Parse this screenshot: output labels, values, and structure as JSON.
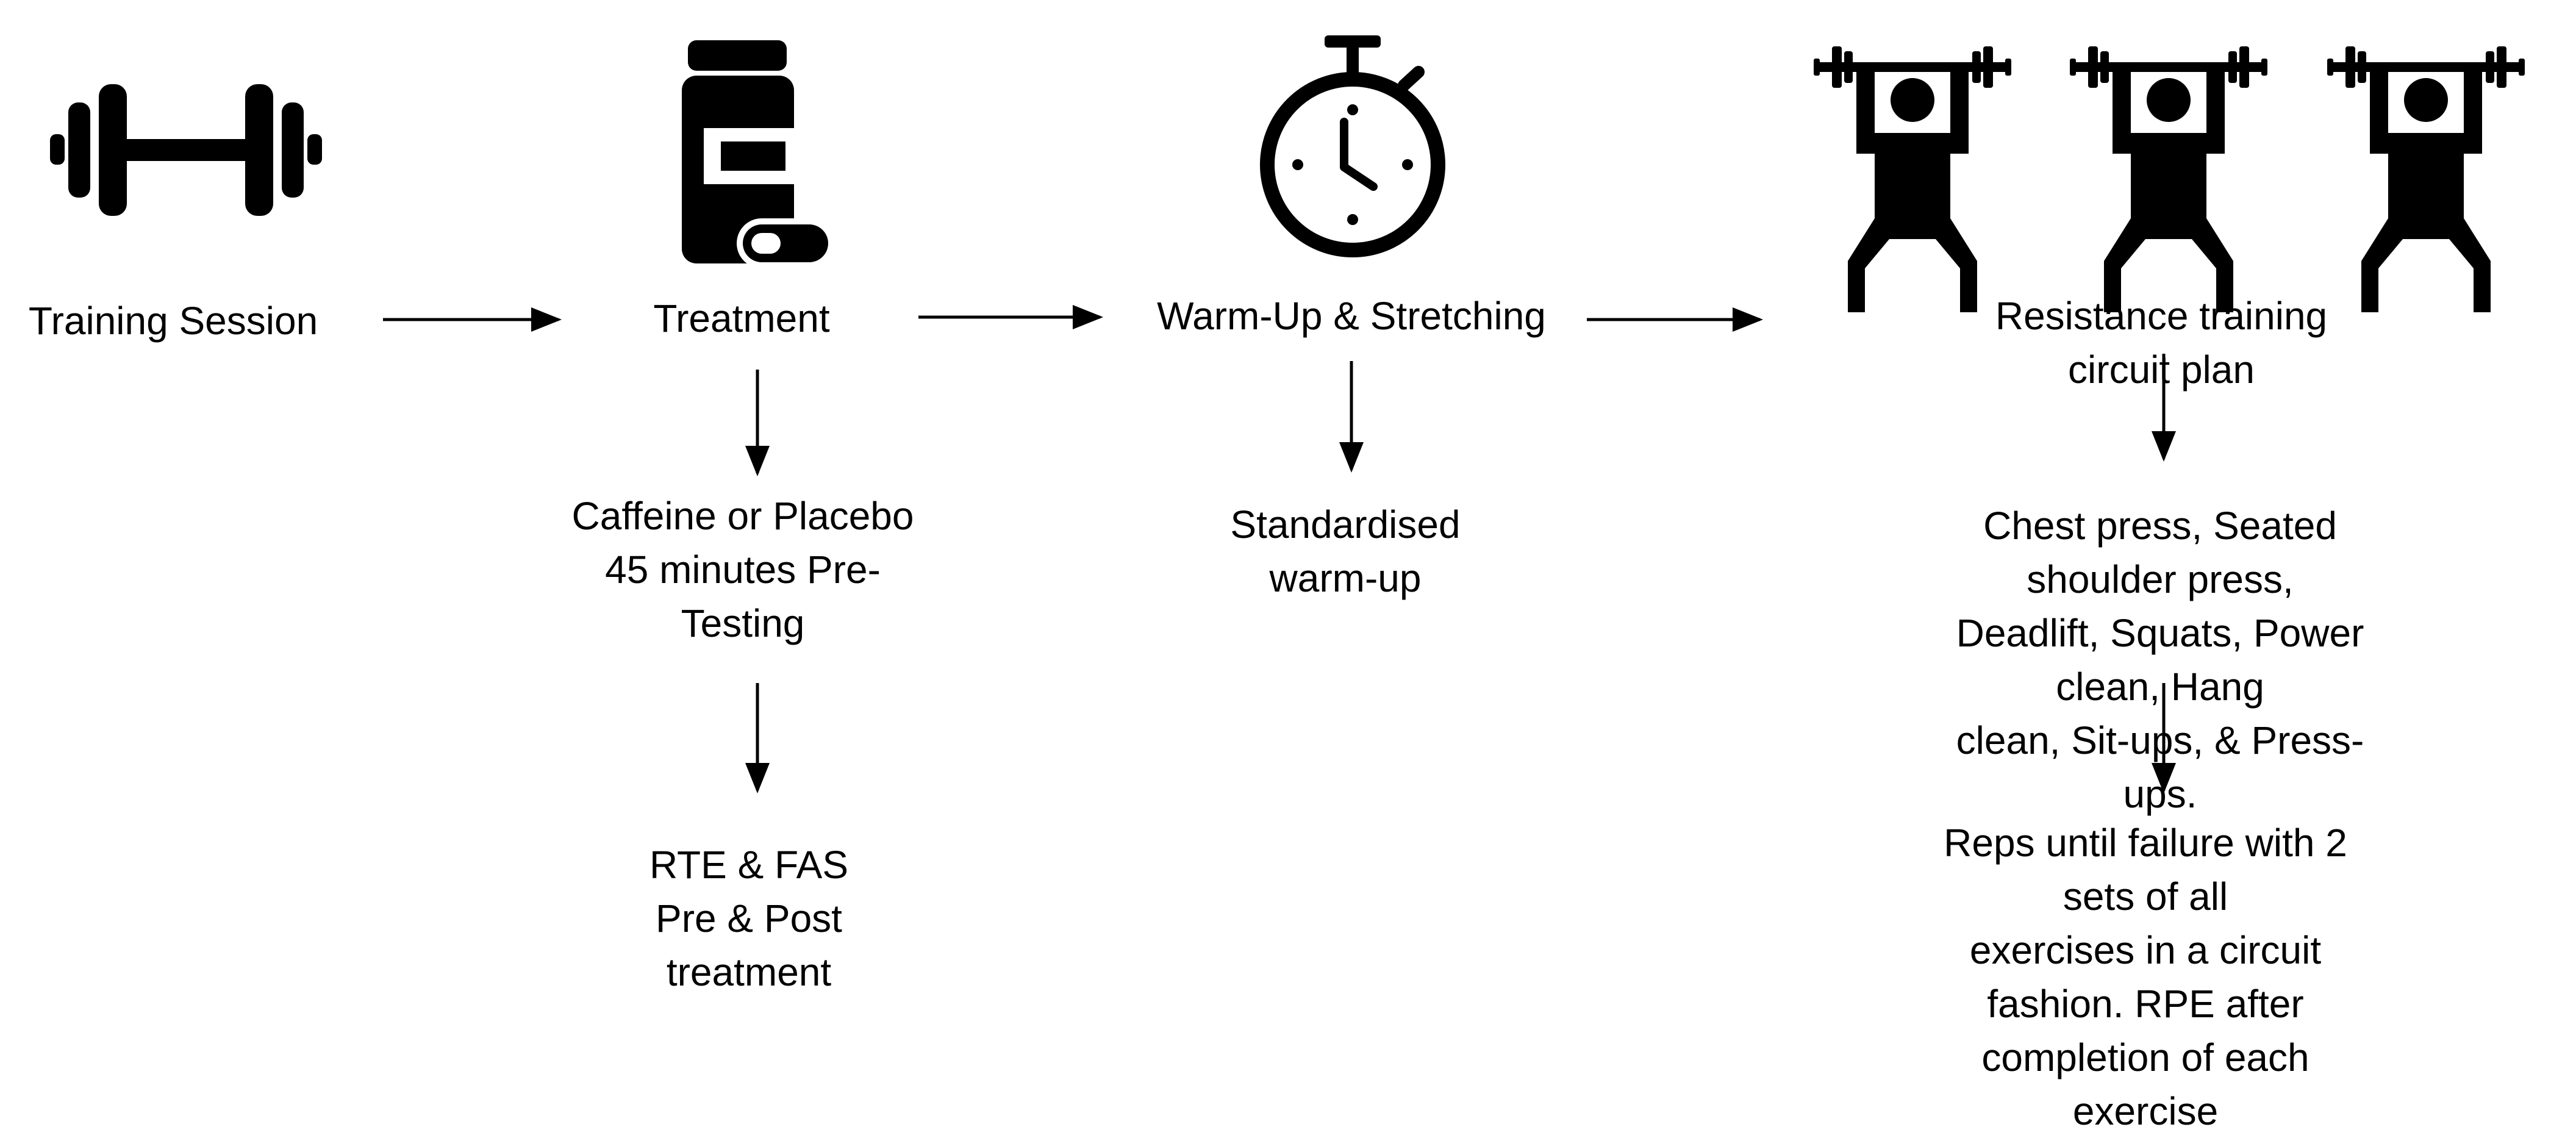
{
  "colors": {
    "ink": "#000000",
    "background": "#ffffff"
  },
  "icons": {
    "step1": "dumbbell-icon",
    "step2": "medicine-bottle-icon",
    "step3": "stopwatch-icon",
    "step4": "weightlifter-icon"
  },
  "steps": {
    "training": {
      "title": "Training Session"
    },
    "treatment": {
      "title": "Treatment",
      "detail_1": "Caffeine or Placebo\n45 minutes Pre-\nTesting",
      "detail_2": "RTE & FAS\nPre & Post\ntreatment"
    },
    "warmup": {
      "title": "Warm-Up & Stretching",
      "detail_1": "Standardised\nwarm-up"
    },
    "circuit": {
      "title": "Resistance training circuit plan",
      "detail_1": "Chest press, Seated shoulder press,\nDeadlift, Squats, Power clean, Hang\nclean, Sit-ups, & Press-ups.",
      "detail_2": "Reps until failure with 2 sets of all\nexercises in a circuit fashion. RPE after\ncompletion of each exercise"
    }
  }
}
